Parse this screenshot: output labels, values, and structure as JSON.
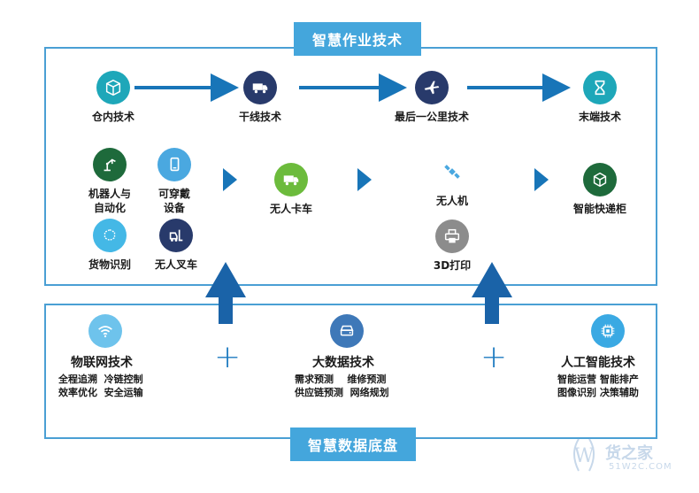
{
  "top_banner": "智慧作业技术",
  "bottom_banner": "智慧数据底盘",
  "flow_row": [
    {
      "label": "仓内技术",
      "icon": "box-icon",
      "color": "#1ea7b9"
    },
    {
      "label": "干线技术",
      "icon": "truck-icon",
      "color": "#283a6b"
    },
    {
      "label": "最后一公里技术",
      "icon": "airplane-icon",
      "color": "#283a6b"
    },
    {
      "label": "末端技术",
      "icon": "hourglass-icon",
      "color": "#1ea7b9"
    }
  ],
  "warehouse": [
    {
      "label": "机器人与\n自动化",
      "icon": "robot-arm-icon"
    },
    {
      "label": "可穿戴\n设备",
      "icon": "wearable-icon"
    },
    {
      "label": "货物识别",
      "icon": "cube-scan-icon"
    },
    {
      "label": "无人叉车",
      "icon": "forklift-icon"
    }
  ],
  "trunk": {
    "label": "无人卡车",
    "icon": "truck-icon"
  },
  "last_mile": [
    {
      "label": "无人机",
      "icon": "satellite-icon"
    },
    {
      "label": "3D打印",
      "icon": "printer-icon"
    }
  ],
  "terminal": {
    "label": "智能快递柜",
    "icon": "locker-icon"
  },
  "base": [
    {
      "title": "物联网技术",
      "lines": [
        "全程追溯  冷链控制",
        "效率优化  安全运输"
      ],
      "icon": "wifi-icon"
    },
    {
      "title": "大数据技术",
      "lines": [
        "需求预测    维修预测",
        "供应链预测  网络规划"
      ],
      "icon": "storage-icon"
    },
    {
      "title": "人工智能技术",
      "lines": [
        "智能运营 智能排产",
        "图像识别 决策辅助"
      ],
      "icon": "chip-icon"
    }
  ],
  "plus_sign": "+",
  "watermark": {
    "cn": "货之家",
    "en": "51W2C.COM"
  },
  "colors": {
    "frame": "#4a9fd4",
    "banner": "#44a6dc",
    "arrow": "#1875b8"
  }
}
